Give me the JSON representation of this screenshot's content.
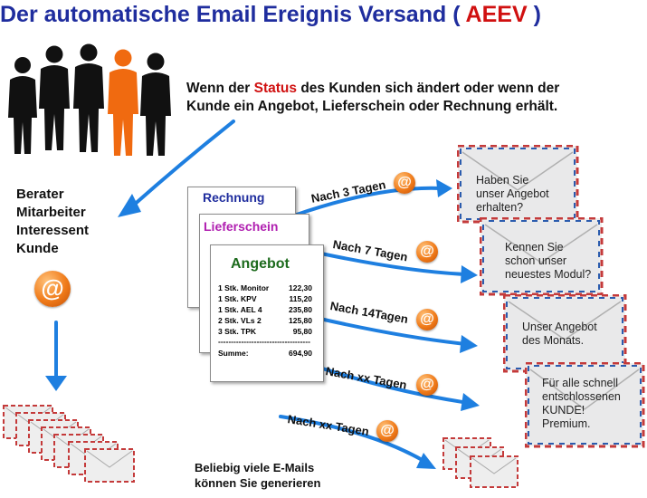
{
  "title": {
    "text": "Der automatische Email Ereignis Versand ( ",
    "accent": "AEEV",
    "suffix": " )"
  },
  "intro": {
    "part1": "Wenn der ",
    "status": "Status",
    "part2": " des Kunden sich ändert oder wenn der",
    "line2": "Kunde ein Angebot, Lieferschein oder Rechnung erhält."
  },
  "roles": [
    "Berater",
    "Mitarbeiter",
    "Interessent",
    "Kunde"
  ],
  "documents": {
    "rechnung": "Rechnung",
    "lieferschein": "Lieferschein",
    "angebot": "Angebot",
    "items": [
      {
        "label": "1 Stk. Monitor",
        "price": "122,30"
      },
      {
        "label": "1 Stk. KPV",
        "price": "115,20"
      },
      {
        "label": "1 Stk. AEL 4",
        "price": "235,80"
      },
      {
        "label": "2 Stk. VLs 2",
        "price": "125,80"
      },
      {
        "label": "3 Stk. TPK",
        "price": "95,80"
      }
    ],
    "separator": "------------------------------------",
    "sum_label": "Summe:",
    "sum_value": "694,90"
  },
  "delays": [
    "Nach 3 Tagen",
    "Nach 7 Tagen",
    "Nach 14Tagen",
    "Nach xx Tagen",
    "Nach xx Tagen"
  ],
  "envelopes": [
    [
      "Haben Sie",
      "unser Angebot",
      "erhalten?"
    ],
    [
      "Kennen Sie",
      "schon unser",
      "neuestes Modul?"
    ],
    [
      "Unser Angebot",
      "des Monats."
    ],
    [
      "Für alle schnell",
      "entschlossenen",
      "KUNDE!",
      "Premium."
    ]
  ],
  "at_symbol": "@",
  "footer": [
    "Beliebig viele E-Mails",
    "können Sie generieren"
  ],
  "colors": {
    "title_blue": "#1f2d9e",
    "accent_red": "#d01010",
    "arrow_blue": "#1e7fe0",
    "at_orange": "#f07b1a",
    "rechnung_blue": "#1f2d9e",
    "lieferschein_purple": "#b01fb0",
    "angebot_green": "#1d6b1d"
  }
}
